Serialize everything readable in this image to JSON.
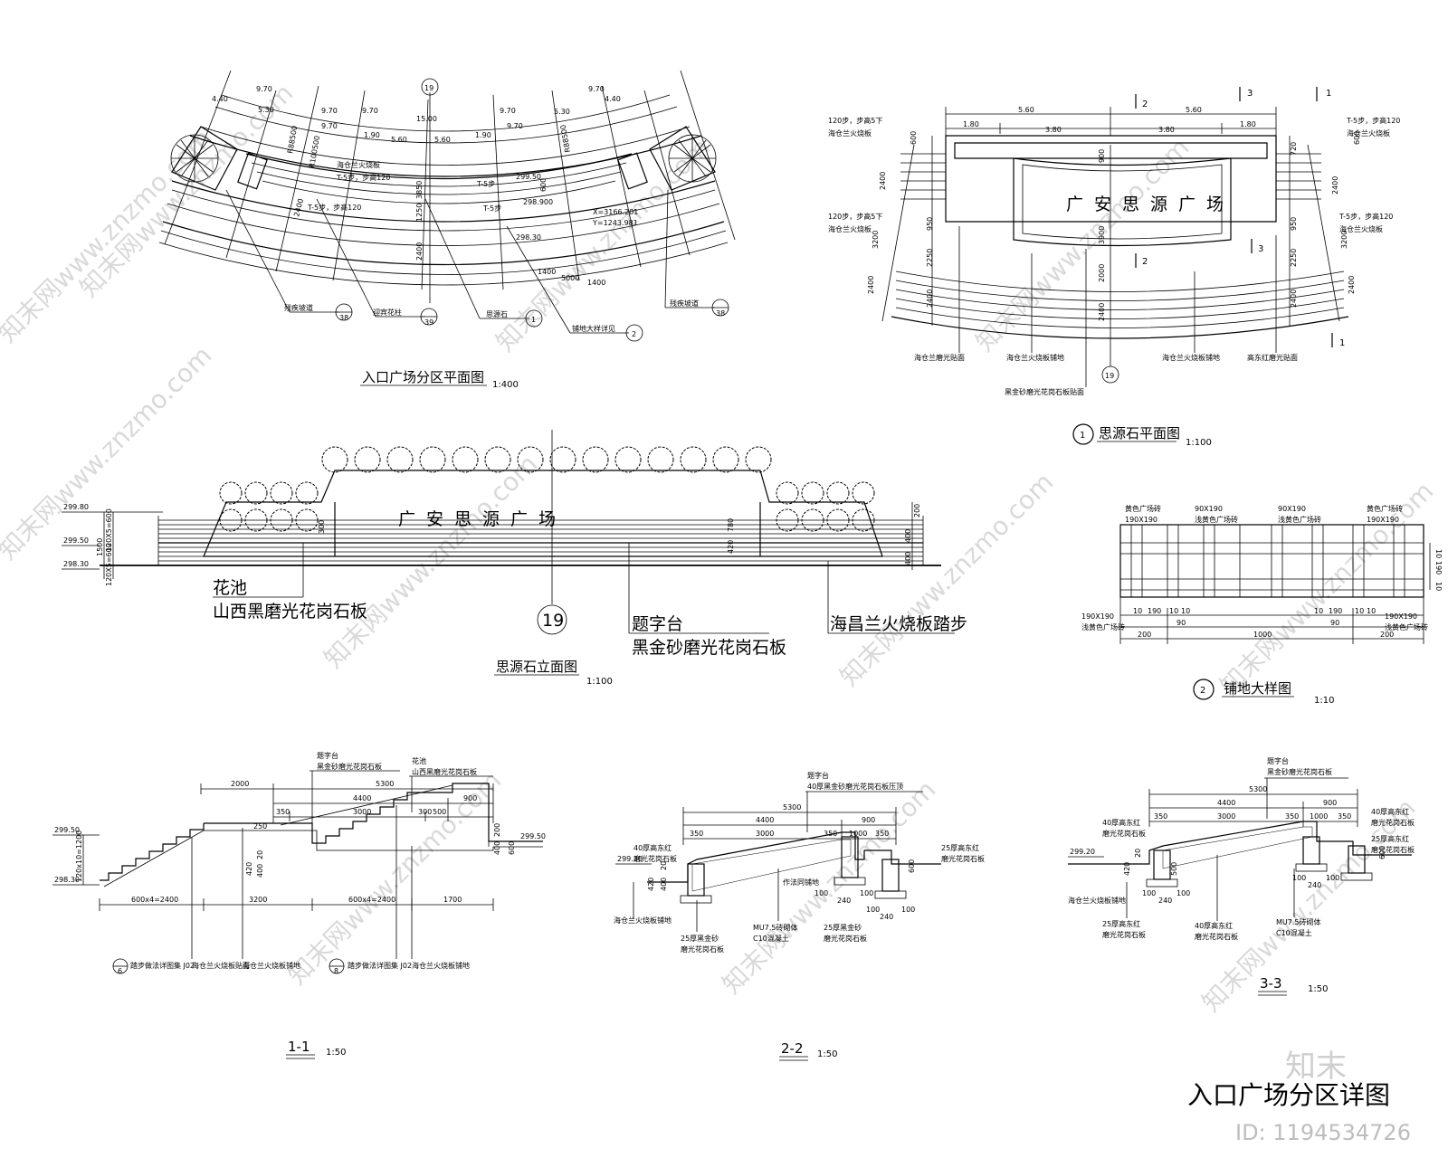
{
  "watermarks": [
    "知末网www.znzmo.com"
  ],
  "sheet": {
    "title": "入口广场分区详图",
    "id_label": "ID: 1194534726",
    "brand": "知末"
  },
  "plan_view": {
    "title": "入口广场分区平面图",
    "scale": "1:400",
    "axis": "19",
    "dims_top": [
      "9.70",
      "9.70",
      "9.70",
      "9.70",
      "15.00",
      "9.70",
      "9.70",
      "9.70"
    ],
    "dims_second": [
      "4.40",
      "5.30",
      "1.90",
      "5.60",
      "5.60",
      "1.90",
      "5.30",
      "4.40"
    ],
    "radii": [
      "R88500",
      "R100500",
      "R88500"
    ],
    "notes": [
      "海仓兰火烧板",
      "T-5步，步高120",
      "T-5步，步高120",
      "T-5步",
      "T-5步"
    ],
    "elevations": [
      "299.50",
      "298.900",
      "298.30"
    ],
    "coords": [
      "X=3166.201",
      "Y=1243.981"
    ],
    "vertical_dims": [
      "3850",
      "2400",
      "2400",
      "1400",
      "5000",
      "1400",
      "1250",
      "600"
    ],
    "callouts": [
      {
        "label": "残疾坡道",
        "num": "38"
      },
      {
        "label": "迎宾花柱",
        "num": "39"
      },
      {
        "label": "思源石",
        "num": "1"
      },
      {
        "label": "铺地大样详见",
        "num": "2"
      },
      {
        "label": "残疾坡道",
        "num": "38"
      }
    ]
  },
  "stone_plan": {
    "marker": "1",
    "title": "思源石平面图",
    "scale": "1:100",
    "axis": "19",
    "inscription": "广安思源广场",
    "dims_top1": [
      "5.60",
      "5.60"
    ],
    "dims_top2": [
      "1.80",
      "3.80",
      "3.80",
      "1.80"
    ],
    "section_marks": [
      "2",
      "3",
      "1",
      "2",
      "3",
      "1"
    ],
    "left_notes": [
      "120步，步高5下",
      "海仓兰火烧板",
      "120步，步高5下",
      "海仓兰火烧板"
    ],
    "right_notes": [
      "T-5步，步高120",
      "海仓兰火烧板",
      "T-5步，步高120",
      "海仓兰火烧板"
    ],
    "left_dims": [
      "600",
      "2400",
      "3200",
      "2400",
      "950",
      "2250",
      "2400"
    ],
    "right_dims": [
      "720",
      "2400",
      "3200",
      "2400",
      "950",
      "2250",
      "2400",
      "600"
    ],
    "center_dims": [
      "900",
      "3900",
      "2000",
      "2400"
    ],
    "bottom_labels": [
      "海仓兰磨光贴面",
      "海仓兰火烧板铺地",
      "海仓兰火烧板铺地",
      "高东红磨光贴面",
      "黑金砂磨光花岗石板贴面"
    ]
  },
  "elevation": {
    "title": "思源石立面图",
    "scale": "1:100",
    "axis": "19",
    "inscription": "广安思源广场",
    "levels": [
      "299.80",
      "299.50",
      "298.30"
    ],
    "left_dims": [
      "1500",
      "120X5=600",
      "120X5=600"
    ],
    "right_dims": [
      "200",
      "400",
      "400",
      "780",
      "420",
      "300"
    ],
    "label_flower": "花池",
    "label_flower_material": "山西黑磨光花岗石板",
    "label_platform": "题字台",
    "label_platform_material": "黑金砂磨光花岗石板",
    "label_steps": "海昌兰火烧板踏步"
  },
  "paving": {
    "marker": "2",
    "title": "铺地大样图",
    "scale": "1:10",
    "top_labels": [
      "黄色广场砖",
      "190X190",
      "90X190",
      "浅黄色广场砖",
      "90X190",
      "浅黄色广场砖",
      "黄色广场砖",
      "190X190"
    ],
    "bottom_labels": [
      "190X190",
      "浅黄色广场砖",
      "190X190",
      "浅黄色广场砖"
    ],
    "bottom_dims_1": [
      "10",
      "190",
      "10",
      "10",
      "10",
      "190",
      "10",
      "10"
    ],
    "bottom_dims_2": [
      "90",
      "90"
    ],
    "bottom_dims_3": [
      "200",
      "1000",
      "200"
    ],
    "right_dims": [
      "10",
      "190",
      "10"
    ]
  },
  "section_1": {
    "title": "1-1",
    "scale": "1:50",
    "top_labels": [
      "题字台",
      "黑金砂磨光花岗石板",
      "花池",
      "山西黑磨光花岗石板"
    ],
    "dims_row1": [
      "2000",
      "5300"
    ],
    "dims_row2": [
      "4400",
      "900"
    ],
    "dims_row3": [
      "350",
      "3000",
      "300",
      "500"
    ],
    "dims_small": [
      "250",
      "420",
      "20",
      "400",
      "400",
      "200",
      "600"
    ],
    "levels": [
      "299.50",
      "298.30",
      "299.50"
    ],
    "left_dim": "120x10=1200",
    "bottom_dims": [
      "600x4=2400",
      "3200",
      "600x4=2400",
      "1700"
    ],
    "callouts": [
      {
        "num": "6",
        "label": "踏步做法详图集 J02"
      },
      {
        "num": "8",
        "label": "踏步做法详图集 J02"
      }
    ],
    "notes": [
      "海仓兰火烧板贴面",
      "海仓兰火烧板铺地",
      "海仓兰火烧板铺地"
    ]
  },
  "section_2": {
    "title": "2-2",
    "scale": "1:50",
    "top_labels": [
      "题字台",
      "40厚黑金砂磨光花岗石板压顶"
    ],
    "dims_row1": [
      "5300"
    ],
    "dims_row2": [
      "4400",
      "900"
    ],
    "dims_row3": [
      "350",
      "3000",
      "350",
      "1000",
      "350"
    ],
    "left_notes": [
      "40厚高东红",
      "磨光花岗石板"
    ],
    "right_notes": [
      "25厚高东红",
      "磨光花岗石板"
    ],
    "level": "299.20",
    "dims_small": [
      "420",
      "20",
      "400",
      "600",
      "100",
      "240",
      "100",
      "100",
      "240",
      "100"
    ],
    "bottom_notes": [
      "作法同铺地",
      "MU7.5砖砌体",
      "C10混凝土",
      "25厚黑金砂",
      "磨光花岗石板",
      "25厚黑金砂",
      "磨光花岗石板",
      "海仓兰火烧板铺地"
    ]
  },
  "section_3": {
    "title": "3-3",
    "scale": "1:50",
    "top_labels": [
      "题字台",
      "黑金砂磨光花岗石板"
    ],
    "dims_row1": [
      "5300"
    ],
    "dims_row2": [
      "4400",
      "900"
    ],
    "dims_row3": [
      "350",
      "3000",
      "350",
      "1000",
      "350"
    ],
    "left_notes": [
      "40厚高东红",
      "磨光花岗石板"
    ],
    "right_notes": [
      "40厚高东红",
      "磨光花岗石板",
      "25厚高东红",
      "磨光花岗石板"
    ],
    "level": "299.20",
    "dims_small": [
      "420",
      "20",
      "500",
      "100",
      "240",
      "100",
      "100",
      "240",
      "100",
      "600"
    ],
    "bottom_notes": [
      "海仓兰火烧板铺地",
      "25厚高东红",
      "磨光花岗石板",
      "40厚高东红",
      "磨光花岗石板",
      "MU7.5砖砌体",
      "C10混凝土"
    ]
  }
}
